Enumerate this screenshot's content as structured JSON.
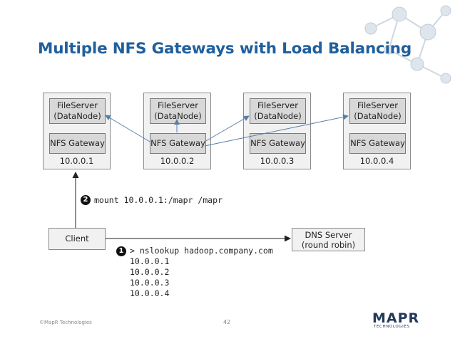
{
  "title": "Multiple NFS Gateways with Load Balancing",
  "nodes": [
    {
      "fileserver_line1": "FileServer",
      "fileserver_line2": "(DataNode)",
      "gateway": "NFS Gateway",
      "ip": "10.0.0.1"
    },
    {
      "fileserver_line1": "FileServer",
      "fileserver_line2": "(DataNode)",
      "gateway": "NFS Gateway",
      "ip": "10.0.0.2"
    },
    {
      "fileserver_line1": "FileServer",
      "fileserver_line2": "(DataNode)",
      "gateway": "NFS Gateway",
      "ip": "10.0.0.3"
    },
    {
      "fileserver_line1": "FileServer",
      "fileserver_line2": "(DataNode)",
      "gateway": "NFS Gateway",
      "ip": "10.0.0.4"
    }
  ],
  "client_label": "Client",
  "dns_server": {
    "line1": "DNS Server",
    "line2": "(round robin)"
  },
  "step1": {
    "number": "1",
    "command": "> nslookup hadoop.company.com",
    "results": [
      "10.0.0.1",
      "10.0.0.2",
      "10.0.0.3",
      "10.0.0.4"
    ]
  },
  "step2": {
    "number": "2",
    "command": "mount 10.0.0.1:/mapr /mapr"
  },
  "footer": {
    "copyright": "©MapR Technologies",
    "page": "42"
  },
  "logo": {
    "word": "MAPR",
    "sub": "TECHNOLOGIES"
  },
  "colors": {
    "title": "#1f5f9e",
    "arrow_blue": "#5b7fa6",
    "box_fill": "#f1f1f1",
    "inner_fill": "#d8d8d8"
  }
}
